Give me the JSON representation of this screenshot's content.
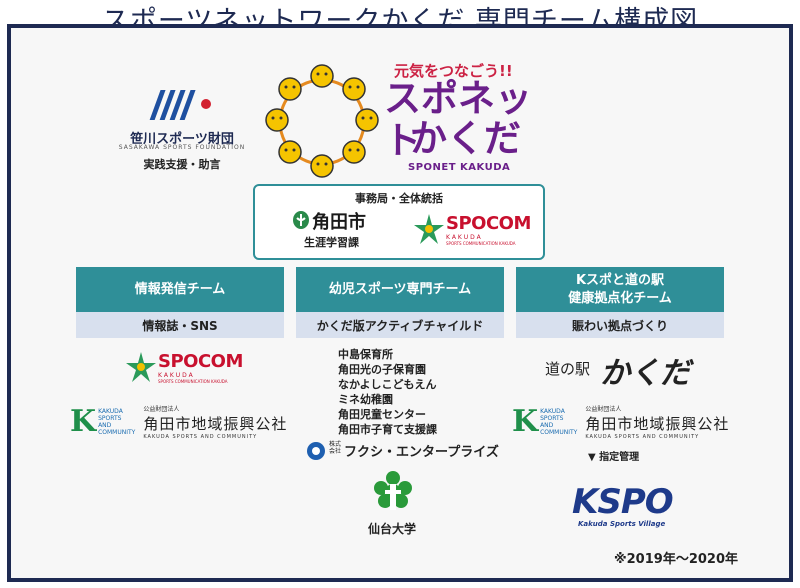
{
  "title": "スポーツネットワークかくだ 専門チーム構成図",
  "sasakawa": {
    "name": "笹川スポーツ財団",
    "name_en": "SASAKAWA SPORTS FOUNDATION",
    "role": "実践支援・助言"
  },
  "sponet": {
    "tagline": "元気をつなごう!!",
    "line1": "スポネット",
    "line2": "かくだ",
    "name_en": "SPONET KAKUDA"
  },
  "secretariat": {
    "title": "事務局・全体統括",
    "city": "角田市",
    "dept": "生涯学習課"
  },
  "spocom": {
    "name": "SPOCOM",
    "sub1": "KAKUDA",
    "sub2": "SPORTS COMMUNICATION KAKUDA"
  },
  "teams": [
    {
      "name": "情報発信チーム",
      "sub": "情報誌・SNS"
    },
    {
      "name": "幼児スポーツ専門チーム",
      "sub": "かくだ版アクティブチャイルド"
    },
    {
      "name_l1": "Kスポと道の駅",
      "name_l2": "健康拠点化チーム",
      "sub": "賑わい拠点づくり"
    }
  ],
  "community_corp": {
    "k_lines": [
      "KAKUDA",
      "SPORTS",
      "AND",
      "COMMUNITY"
    ],
    "type": "公益財団法人",
    "name": "角田市地域振興公社",
    "name_en": "KAKUDA SPORTS AND COMMUNITY"
  },
  "nurseries": [
    "中島保育所",
    "角田光の子保育園",
    "なかよしこどもえん",
    "ミネ幼稚園",
    "角田児童センター",
    "角田市子育て支援課"
  ],
  "fukushi": {
    "prefix": "株式会社",
    "name": "フクシ・エンタープライズ"
  },
  "sendai": {
    "name": "仙台大学"
  },
  "michi_no_eki": {
    "label": "道の駅",
    "name": "かくだ"
  },
  "management": "▼ 指定管理",
  "kspo": {
    "name": "KSPO",
    "sub": "Kakuda Sports Village"
  },
  "footnote": "※2019年～2020年",
  "colors": {
    "navy": "#1e2a52",
    "teal": "#2f8f98",
    "lavender": "#d8e0ee",
    "purple": "#6a1f8a",
    "spocom_red": "#c8102e"
  }
}
